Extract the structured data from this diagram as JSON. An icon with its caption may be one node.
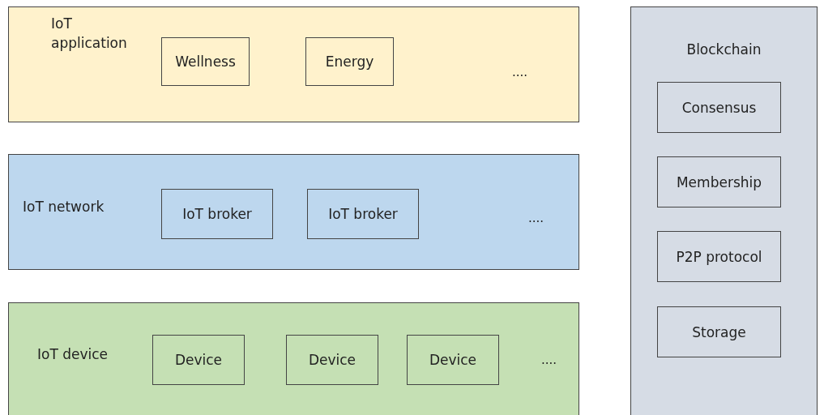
{
  "diagram": {
    "nodes": [
      {
        "text": [
          "IoT application"
        ]
      },
      {
        "text": [
          "Wellness"
        ],
        "in": 0
      },
      {
        "text": [
          "Energy"
        ],
        "in": 0
      },
      {
        "text": [
          "IoT network"
        ]
      },
      {
        "text": [
          "IoT broker"
        ],
        "in": 3
      },
      {
        "text": [
          "IoT broker"
        ],
        "in": 3
      },
      {
        "text": [
          "IoT device"
        ]
      },
      {
        "text": [
          "Device"
        ],
        "in": 6
      },
      {
        "text": [
          "Device"
        ],
        "in": 6
      },
      {
        "text": [
          "Device"
        ],
        "in": 6
      },
      {
        "text": [
          "Blockchain"
        ]
      },
      {
        "text": [
          "Consensus"
        ],
        "in": 10
      },
      {
        "text": [
          "Membership"
        ],
        "in": 10
      },
      {
        "text": [
          "P2P protocol"
        ],
        "in": 10
      },
      {
        "text": [
          "Storage"
        ],
        "in": 10
      }
    ],
    "edges": [],
    "labels": [
      "....",
      "....",
      "...."
    ]
  }
}
